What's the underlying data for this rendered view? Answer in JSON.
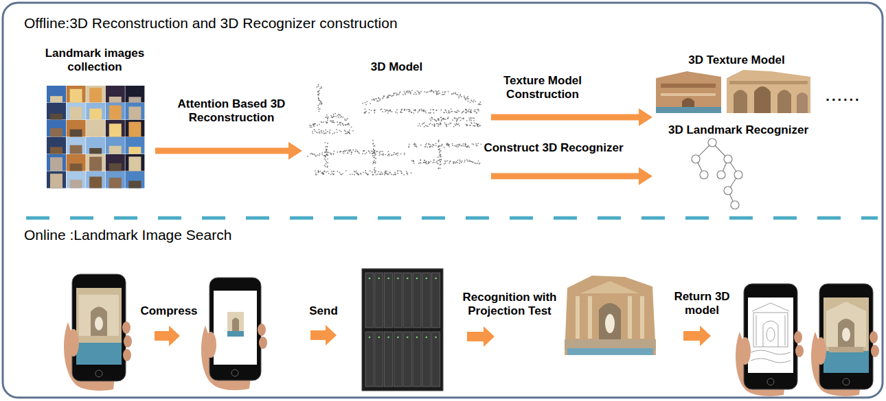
{
  "diagram": {
    "nodes": [
      {
        "text": [
          "Offline:3D Reconstruction and 3D Recognizer construction"
        ]
      },
      {
        "text": [
          "Landmark images collection"
        ],
        "in": 0
      },
      {
        "text": [
          "3D Model"
        ],
        "in": 0
      },
      {
        "text": [
          "3D Texture Model"
        ],
        "in": 0
      },
      {
        "text": [
          "3D Landmark Recognizer"
        ],
        "in": 0
      },
      {
        "text": [
          "Online :Landmark Image Search"
        ]
      }
    ],
    "edges": [
      {
        "from": 1,
        "to": 2,
        "label": "Attention Based 3D Reconstruction",
        "arrow": "to"
      },
      {
        "from": 2,
        "to": 3,
        "label": "Texture Model Construction",
        "arrow": "to"
      },
      {
        "from": 2,
        "to": 4,
        "label": "Construct 3D Recognizer",
        "arrow": "to"
      }
    ],
    "labels": [
      "......",
      "Compress",
      "Send",
      "Recognition with Projection Test",
      "Return 3D model"
    ]
  }
}
